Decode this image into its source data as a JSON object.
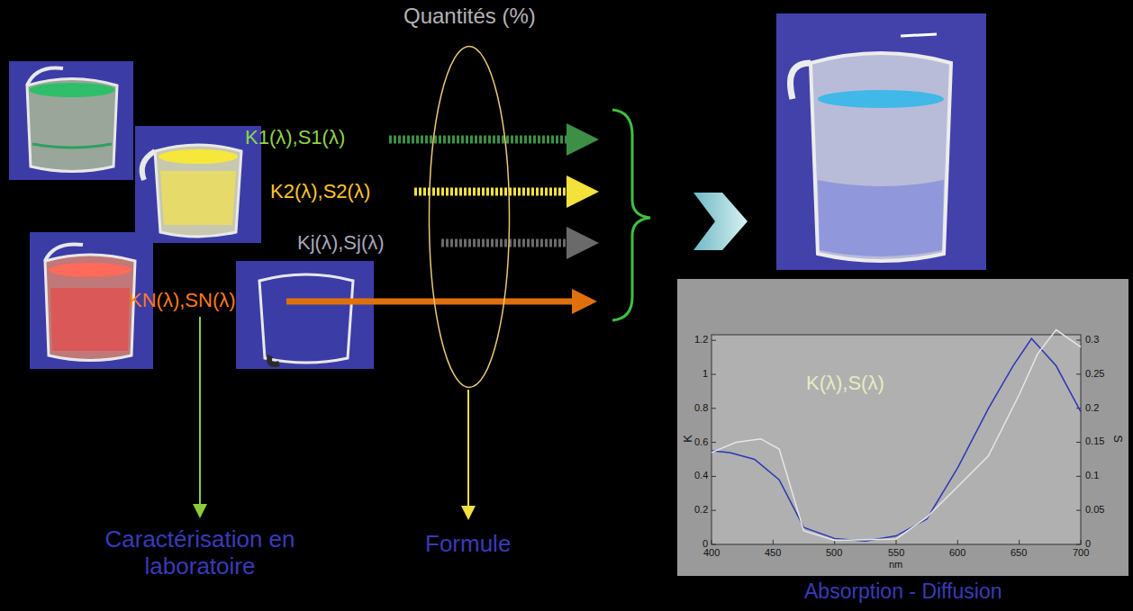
{
  "diagram": {
    "nodes": [
      {
        "text": [
          "Quantités (%)"
        ]
      },
      {
        "text": [
          "K(λ),S(λ)",
          "Absorption - Diffusion"
        ]
      }
    ],
    "labels": [
      "K1(λ),S1(λ)",
      "K2(λ),S2(λ)",
      "Kj(λ),Sj(λ)",
      "KN(λ),SN(λ)",
      "Caractérisation en laboratoire",
      "Formule",
      "1.2",
      "1",
      "0.8",
      "0.6",
      "0.4",
      "0.2",
      "0",
      "0.3",
      "0.25",
      "0.2",
      "0.15",
      "0.1",
      "0.05",
      "0",
      "400",
      "450",
      "500",
      "550",
      "600",
      "650",
      "700",
      "K",
      "S",
      "nm"
    ]
  }
}
